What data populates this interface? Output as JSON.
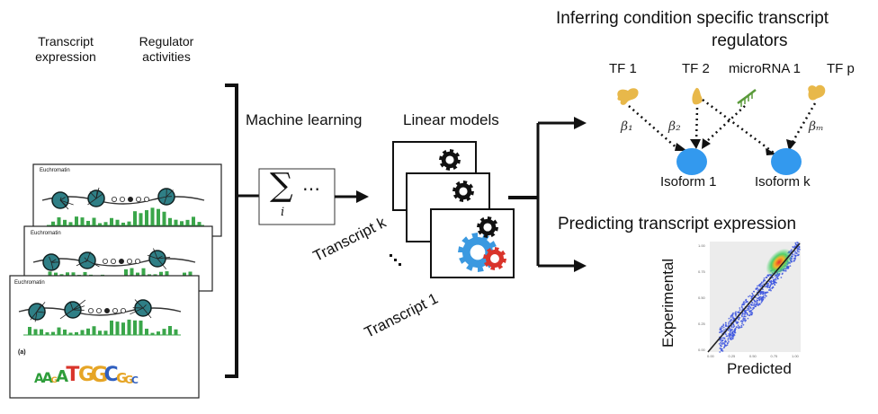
{
  "left": {
    "transcript_expression": "Transcript\nexpression",
    "regulator_activities": "Regulator\nactivities",
    "euchromatin": "Euchromatin",
    "motif_panel_label": "(a)",
    "motif_letters": [
      "A",
      "A",
      "G",
      "A",
      "T",
      "G",
      "G",
      "C",
      "G",
      "G",
      "C"
    ]
  },
  "middle": {
    "machine_learning": "Machine learning",
    "linear_models": "Linear models",
    "transcript_k": "Transcript k",
    "transcript_1": "Transcript 1",
    "sum_symbol": "∑",
    "sum_index": "i",
    "sum_dots": "⋯"
  },
  "top_right": {
    "title_line1": "Inferring condition specific transcript",
    "title_line2": "regulators",
    "tf1": "TF 1",
    "tf2": "TF 2",
    "microrna1": "microRNA 1",
    "tfp": "TF p",
    "beta1": "β₁",
    "beta2": "β₂",
    "betam": "βₘ",
    "isoform1": "Isoform 1",
    "isoformk": "Isoform k"
  },
  "bottom_right": {
    "title": "Predicting transcript expression",
    "ylabel": "Experimental",
    "xlabel": "Predicted",
    "x_ticks": [
      "0.00",
      "0.25",
      "0.50",
      "0.75",
      "1.00"
    ],
    "y_ticks": [
      "0.00",
      "0.25",
      "0.50",
      "0.75",
      "1.00"
    ]
  },
  "colors": {
    "regulator": "#e8b84a",
    "microrna": "#5a9a3a",
    "isoform": "#3399ee",
    "gear_blue": "#3b99e0",
    "gear_red": "#d9342b",
    "gear_black": "#111111",
    "track_green": "#3aa64a",
    "scatter_blue": "#3a52e0"
  }
}
